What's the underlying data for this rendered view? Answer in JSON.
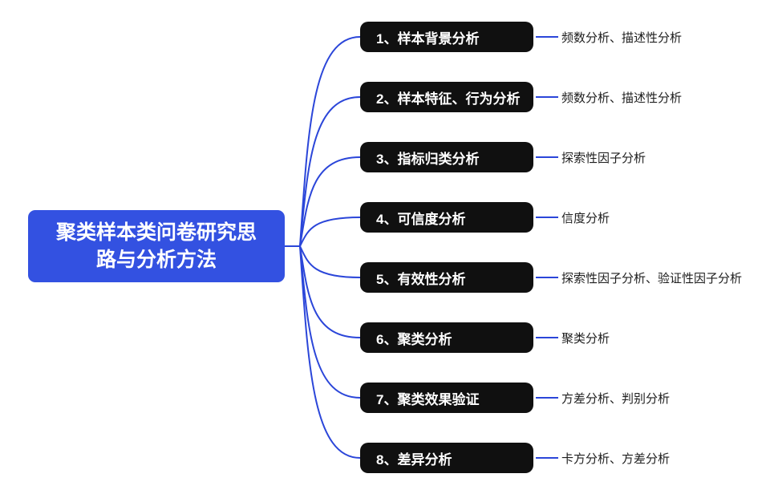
{
  "root": {
    "label": "聚类样本类问卷研究思路与分析方法"
  },
  "branches": [
    {
      "label": "1、样本背景分析",
      "methods": "频数分析、描述性分析"
    },
    {
      "label": "2、样本特征、行为分析",
      "methods": "频数分析、描述性分析"
    },
    {
      "label": "3、指标归类分析",
      "methods": "探索性因子分析"
    },
    {
      "label": "4、可信度分析",
      "methods": "信度分析"
    },
    {
      "label": "5、有效性分析",
      "methods": "探索性因子分析、验证性因子分析"
    },
    {
      "label": "6、聚类分析",
      "methods": "聚类分析"
    },
    {
      "label": "7、聚类效果验证",
      "methods": "方差分析、判别分析"
    },
    {
      "label": "8、差异分析",
      "methods": "卡方分析、方差分析"
    }
  ],
  "colors": {
    "background": "#ffffff",
    "root_fill": "#3351e1",
    "root_text": "#ffffff",
    "branch_fill": "#101010",
    "branch_text": "#ffffff",
    "connector": "#2b46d9",
    "method_text": "#1e1e1e"
  }
}
